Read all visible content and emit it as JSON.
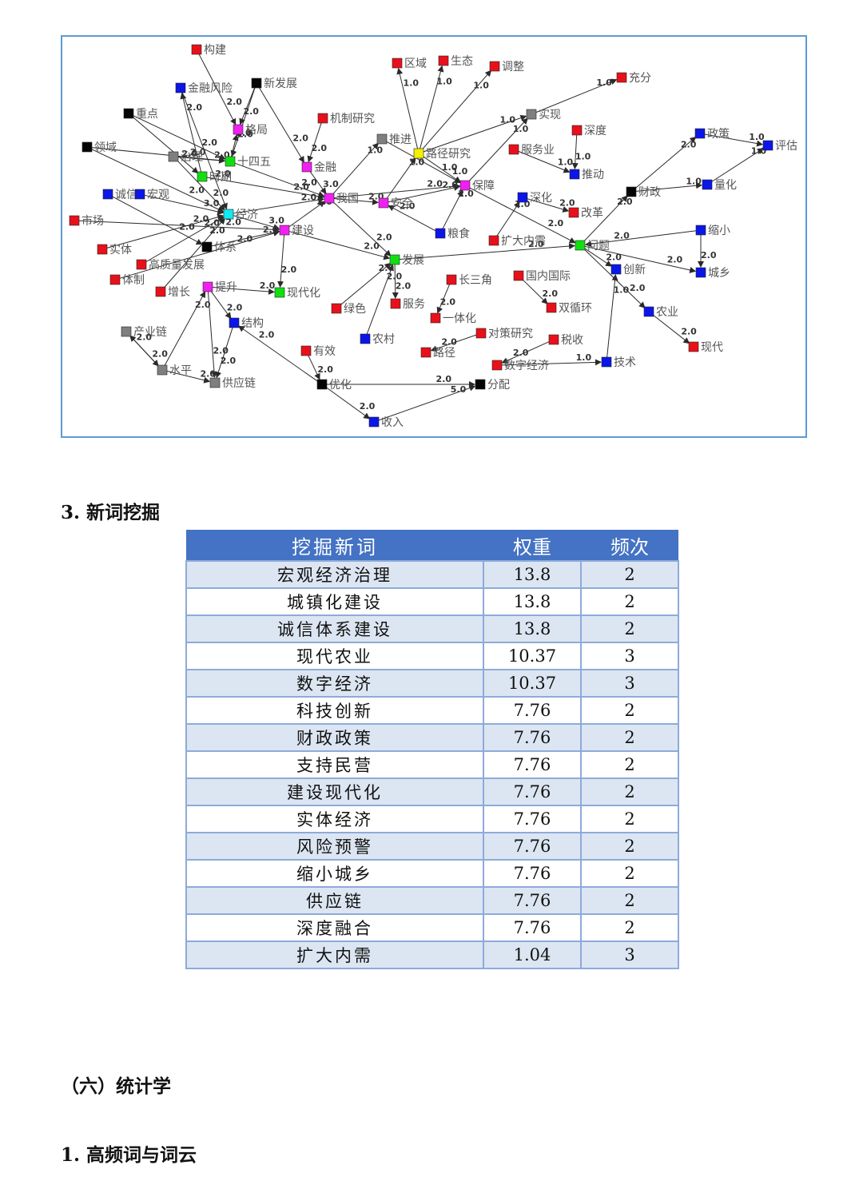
{
  "network": {
    "colors": {
      "red": "#e8101a",
      "blue": "#0b16e8",
      "black": "#050505",
      "gray": "#7f7f7f",
      "magenta": "#f020f0",
      "green": "#10e010",
      "cyan": "#10eaf0",
      "yellow": "#f4f000"
    },
    "nodes": [
      {
        "id": "gouijian",
        "label": "构建",
        "color": "red"
      },
      {
        "id": "jinrongfengxian",
        "label": "金融风险",
        "color": "blue"
      },
      {
        "id": "xinfazhan",
        "label": "新发展",
        "color": "black"
      },
      {
        "id": "zhongdian",
        "label": "重点",
        "color": "black"
      },
      {
        "id": "geju",
        "label": "格局",
        "color": "magenta"
      },
      {
        "id": "lingyu",
        "label": "领域",
        "color": "black"
      },
      {
        "id": "zhili",
        "label": "治理",
        "color": "gray"
      },
      {
        "id": "shisiwu",
        "label": "十四五",
        "color": "green"
      },
      {
        "id": "shiqi",
        "label": "时期",
        "color": "green"
      },
      {
        "id": "chengxin",
        "label": "诚信",
        "color": "blue"
      },
      {
        "id": "hongguan",
        "label": "宏观",
        "color": "blue"
      },
      {
        "id": "jingji",
        "label": "经济",
        "color": "cyan"
      },
      {
        "id": "shichang",
        "label": "市场",
        "color": "red"
      },
      {
        "id": "shiti",
        "label": "实体",
        "color": "red"
      },
      {
        "id": "tixi",
        "label": "体系",
        "color": "black"
      },
      {
        "id": "gaozhiliang",
        "label": "高质量发展",
        "color": "red"
      },
      {
        "id": "tizhi",
        "label": "体制",
        "color": "red"
      },
      {
        "id": "jianshe",
        "label": "建设",
        "color": "magenta"
      },
      {
        "id": "zengzhang",
        "label": "增长",
        "color": "red"
      },
      {
        "id": "tisheng",
        "label": "提升",
        "color": "magenta"
      },
      {
        "id": "xiandaihua",
        "label": "现代化",
        "color": "green"
      },
      {
        "id": "chanyelian",
        "label": "产业链",
        "color": "gray"
      },
      {
        "id": "jiegou",
        "label": "结构",
        "color": "blue"
      },
      {
        "id": "shuiping",
        "label": "水平",
        "color": "gray"
      },
      {
        "id": "gongyinglian",
        "label": "供应链",
        "color": "gray"
      },
      {
        "id": "jinrong",
        "label": "金融",
        "color": "magenta"
      },
      {
        "id": "jizhiyanjiu",
        "label": "机制研究",
        "color": "red"
      },
      {
        "id": "woguo",
        "label": "我国",
        "color": "magenta"
      },
      {
        "id": "tuijin",
        "label": "推进",
        "color": "gray"
      },
      {
        "id": "quyu",
        "label": "区域",
        "color": "red"
      },
      {
        "id": "shengtai",
        "label": "生态",
        "color": "red"
      },
      {
        "id": "tiaozheng",
        "label": "调整",
        "color": "red"
      },
      {
        "id": "lujingyanjiu",
        "label": "路径研究",
        "color": "yellow"
      },
      {
        "id": "shixian",
        "label": "实现",
        "color": "gray"
      },
      {
        "id": "chongfen",
        "label": "充分",
        "color": "red"
      },
      {
        "id": "anquan",
        "label": "安全",
        "color": "magenta"
      },
      {
        "id": "baozhang",
        "label": "保障",
        "color": "magenta"
      },
      {
        "id": "fuwuye",
        "label": "服务业",
        "color": "red"
      },
      {
        "id": "shendu",
        "label": "深度",
        "color": "red"
      },
      {
        "id": "tuidong",
        "label": "推动",
        "color": "blue"
      },
      {
        "id": "liangshi",
        "label": "粮食",
        "color": "blue"
      },
      {
        "id": "shenhua",
        "label": "深化",
        "color": "blue"
      },
      {
        "id": "gaige",
        "label": "改革",
        "color": "red"
      },
      {
        "id": "kuoda",
        "label": "扩大内需",
        "color": "red"
      },
      {
        "id": "fazhan",
        "label": "发展",
        "color": "green"
      },
      {
        "id": "wenti",
        "label": "问题",
        "color": "green"
      },
      {
        "id": "zhengce",
        "label": "政策",
        "color": "blue"
      },
      {
        "id": "pinggu",
        "label": "评估",
        "color": "blue"
      },
      {
        "id": "caizheng",
        "label": "财政",
        "color": "black"
      },
      {
        "id": "lianghua",
        "label": "量化",
        "color": "blue"
      },
      {
        "id": "suoxiao",
        "label": "缩小",
        "color": "blue"
      },
      {
        "id": "chengxiang",
        "label": "城乡",
        "color": "blue"
      },
      {
        "id": "chuangxin",
        "label": "创新",
        "color": "blue"
      },
      {
        "id": "nongye",
        "label": "农业",
        "color": "blue"
      },
      {
        "id": "xiandai",
        "label": "现代",
        "color": "red"
      },
      {
        "id": "changsanjiao",
        "label": "长三角",
        "color": "red"
      },
      {
        "id": "guoneiguoji",
        "label": "国内国际",
        "color": "red"
      },
      {
        "id": "shuangxunhuan",
        "label": "双循环",
        "color": "red"
      },
      {
        "id": "lvse",
        "label": "绿色",
        "color": "red"
      },
      {
        "id": "fuwu",
        "label": "服务",
        "color": "red"
      },
      {
        "id": "yitihua",
        "label": "一体化",
        "color": "red"
      },
      {
        "id": "nongcun",
        "label": "农村",
        "color": "blue"
      },
      {
        "id": "duiceyanjiu",
        "label": "对策研究",
        "color": "red"
      },
      {
        "id": "shuishou",
        "label": "税收",
        "color": "red"
      },
      {
        "id": "youxiao",
        "label": "有效",
        "color": "red"
      },
      {
        "id": "lujing",
        "label": "路径",
        "color": "red"
      },
      {
        "id": "shuzijingji",
        "label": "数字经济",
        "color": "red"
      },
      {
        "id": "jishu",
        "label": "技术",
        "color": "blue"
      },
      {
        "id": "youhua",
        "label": "优化",
        "color": "black"
      },
      {
        "id": "fenpei",
        "label": "分配",
        "color": "black"
      },
      {
        "id": "shouru",
        "label": "收入",
        "color": "blue"
      }
    ],
    "edges": [
      {
        "from": "gouijian",
        "to": "geju",
        "w": "2.0"
      },
      {
        "from": "xinfazhan",
        "to": "geju",
        "w": "2.0"
      },
      {
        "from": "xinfazhan",
        "to": "jinrong",
        "w": "2.0"
      },
      {
        "from": "xinfazhan",
        "to": "shisiwu",
        "w": "2.0"
      },
      {
        "from": "jinrongfengxian",
        "to": "jingji",
        "w": "2.0"
      },
      {
        "from": "zhongdian",
        "to": "shisiwu",
        "w": "2.0"
      },
      {
        "from": "zhongdian",
        "to": "shiqi",
        "w": "2.0"
      },
      {
        "from": "lingyu",
        "to": "shisiwu",
        "w": "2.0"
      },
      {
        "from": "lingyu",
        "to": "jingji",
        "w": "2.0"
      },
      {
        "from": "zhili",
        "to": "shisiwu",
        "w": "2.0"
      },
      {
        "from": "zhili",
        "to": "jingji",
        "w": "2.0"
      },
      {
        "from": "shisiwu",
        "to": "geju",
        "w": "2.0"
      },
      {
        "from": "shisiwu",
        "to": "woguo",
        "w": "2.0"
      },
      {
        "from": "shiqi",
        "to": "jinrongfengxian",
        "w": "2.0"
      },
      {
        "from": "shiqi",
        "to": "woguo",
        "w": "2.0"
      },
      {
        "from": "hongguan",
        "to": "jingji",
        "w": "3.0"
      },
      {
        "from": "chengxin",
        "to": "tixi",
        "w": "2.0"
      },
      {
        "from": "shichang",
        "to": "jianshe",
        "w": "2.0"
      },
      {
        "from": "shiti",
        "to": "jingji",
        "w": "2.0"
      },
      {
        "from": "gaozhiliang",
        "to": "jingji",
        "w": "2.0"
      },
      {
        "from": "tizhi",
        "to": "jianshe",
        "w": "2.0"
      },
      {
        "from": "jingji",
        "to": "jianshe",
        "w": "3.0"
      },
      {
        "from": "jingji",
        "to": "woguo",
        "w": "2.0"
      },
      {
        "from": "tixi",
        "to": "jianshe",
        "w": "2.0"
      },
      {
        "from": "jianshe",
        "to": "woguo",
        "w": "2.0"
      },
      {
        "from": "jianshe",
        "to": "xiandaihua",
        "w": "2.0"
      },
      {
        "from": "jianshe",
        "to": "fazhan",
        "w": "2.0"
      },
      {
        "from": "zengzhang",
        "to": "jingji",
        "w": "2.0"
      },
      {
        "from": "tisheng",
        "to": "xiandaihua",
        "w": "2.0"
      },
      {
        "from": "tisheng",
        "to": "gongyinglian",
        "w": "2.0"
      },
      {
        "from": "tisheng",
        "to": "jiegou",
        "w": "2.0"
      },
      {
        "from": "chanyelian",
        "to": "shuiping",
        "w": "2.0"
      },
      {
        "from": "shuiping",
        "to": "chanyelian",
        "w": "2.0"
      },
      {
        "from": "shuiping",
        "to": "tisheng",
        "w": "2.0"
      },
      {
        "from": "shuiping",
        "to": "gongyinglian",
        "w": "2.0"
      },
      {
        "from": "jiegou",
        "to": "gongyinglian",
        "w": "2.0"
      },
      {
        "from": "jinrong",
        "to": "woguo",
        "w": "3.0"
      },
      {
        "from": "jizhiyanjiu",
        "to": "jinrong",
        "w": "2.0"
      },
      {
        "from": "woguo",
        "to": "tuijin",
        "w": "1.0"
      },
      {
        "from": "woguo",
        "to": "anquan",
        "w": "2.0"
      },
      {
        "from": "woguo",
        "to": "fazhan",
        "w": "2.0"
      },
      {
        "from": "woguo",
        "to": "baozhang",
        "w": "2.0"
      },
      {
        "from": "tuijin",
        "to": "baozhang",
        "w": "1.0"
      },
      {
        "from": "lujingyanjiu",
        "to": "quyu",
        "w": "1.0"
      },
      {
        "from": "lujingyanjiu",
        "to": "shengtai",
        "w": "1.0"
      },
      {
        "from": "lujingyanjiu",
        "to": "tiaozheng",
        "w": "1.0"
      },
      {
        "from": "lujingyanjiu",
        "to": "shixian",
        "w": "1.0"
      },
      {
        "from": "lujingyanjiu",
        "to": "baozhang",
        "w": "1.0"
      },
      {
        "from": "shixian",
        "to": "chongfen",
        "w": "1.0"
      },
      {
        "from": "anquan",
        "to": "baozhang",
        "w": "2.0"
      },
      {
        "from": "anquan",
        "to": "lujingyanjiu",
        "w": "1.0"
      },
      {
        "from": "liangshi",
        "to": "anquan",
        "w": "2.0"
      },
      {
        "from": "liangshi",
        "to": "baozhang",
        "w": "2.0"
      },
      {
        "from": "baozhang",
        "to": "shixian",
        "w": "1.0"
      },
      {
        "from": "baozhang",
        "to": "wenti",
        "w": "2.0"
      },
      {
        "from": "fuwuye",
        "to": "tuidong",
        "w": "1.0"
      },
      {
        "from": "shendu",
        "to": "tuidong",
        "w": "1.0"
      },
      {
        "from": "shenhua",
        "to": "gaige",
        "w": "2.0"
      },
      {
        "from": "kuoda",
        "to": "shenhua",
        "w": "1.0"
      },
      {
        "from": "fazhan",
        "to": "wenti",
        "w": "2.0"
      },
      {
        "from": "fazhan",
        "to": "fuwu",
        "w": "2.0"
      },
      {
        "from": "lvse",
        "to": "fazhan",
        "w": "2.0"
      },
      {
        "from": "nongcun",
        "to": "fazhan",
        "w": "2.0"
      },
      {
        "from": "wenti",
        "to": "caizheng",
        "w": "2.0"
      },
      {
        "from": "wenti",
        "to": "chengxiang",
        "w": "2.0"
      },
      {
        "from": "wenti",
        "to": "nongye",
        "w": "2.0"
      },
      {
        "from": "wenti",
        "to": "chuangxin",
        "w": "2.0"
      },
      {
        "from": "suoxiao",
        "to": "wenti",
        "w": "2.0"
      },
      {
        "from": "suoxiao",
        "to": "chengxiang",
        "w": "2.0"
      },
      {
        "from": "caizheng",
        "to": "zhengce",
        "w": "2.0"
      },
      {
        "from": "caizheng",
        "to": "lianghua",
        "w": "1.0"
      },
      {
        "from": "lianghua",
        "to": "pinggu",
        "w": "1.0"
      },
      {
        "from": "zhengce",
        "to": "pinggu",
        "w": "1.0"
      },
      {
        "from": "nongye",
        "to": "xiandai",
        "w": "2.0"
      },
      {
        "from": "jishu",
        "to": "chuangxin",
        "w": "1.0"
      },
      {
        "from": "changsanjiao",
        "to": "yitihua",
        "w": "2.0"
      },
      {
        "from": "guoneiguoji",
        "to": "shuangxunhuan",
        "w": "2.0"
      },
      {
        "from": "duiceyanjiu",
        "to": "lujing",
        "w": "2.0"
      },
      {
        "from": "shuishou",
        "to": "shuzijingji",
        "w": "2.0"
      },
      {
        "from": "shuzijingji",
        "to": "jishu",
        "w": "1.0"
      },
      {
        "from": "youxiao",
        "to": "youhua",
        "w": "2.0"
      },
      {
        "from": "youhua",
        "to": "fenpei",
        "w": "2.0"
      },
      {
        "from": "youhua",
        "to": "shouru",
        "w": "2.0"
      },
      {
        "from": "youhua",
        "to": "jiegou",
        "w": "2.0"
      },
      {
        "from": "shouru",
        "to": "fenpei",
        "w": "5.0"
      }
    ]
  },
  "section3": {
    "heading": "3. 新词挖掘"
  },
  "table": {
    "headers": {
      "word": "挖掘新词",
      "weight": "权重",
      "freq": "频次"
    },
    "rows": [
      {
        "word": "宏观经济治理",
        "weight": "13.8",
        "freq": "2"
      },
      {
        "word": "城镇化建设",
        "weight": "13.8",
        "freq": "2"
      },
      {
        "word": "诚信体系建设",
        "weight": "13.8",
        "freq": "2"
      },
      {
        "word": "现代农业",
        "weight": "10.37",
        "freq": "3"
      },
      {
        "word": "数字经济",
        "weight": "10.37",
        "freq": "3"
      },
      {
        "word": "科技创新",
        "weight": "7.76",
        "freq": "2"
      },
      {
        "word": "财政政策",
        "weight": "7.76",
        "freq": "2"
      },
      {
        "word": "支持民营",
        "weight": "7.76",
        "freq": "2"
      },
      {
        "word": "建设现代化",
        "weight": "7.76",
        "freq": "2"
      },
      {
        "word": "实体经济",
        "weight": "7.76",
        "freq": "2"
      },
      {
        "word": "风险预警",
        "weight": "7.76",
        "freq": "2"
      },
      {
        "word": "缩小城乡",
        "weight": "7.76",
        "freq": "2"
      },
      {
        "word": "供应链",
        "weight": "7.76",
        "freq": "2"
      },
      {
        "word": "深度融合",
        "weight": "7.76",
        "freq": "2"
      },
      {
        "word": "扩大内需",
        "weight": "1.04",
        "freq": "3"
      }
    ]
  },
  "section6": {
    "heading": "（六）统计学"
  },
  "subsection1": {
    "heading": "1. 高频词与词云"
  }
}
